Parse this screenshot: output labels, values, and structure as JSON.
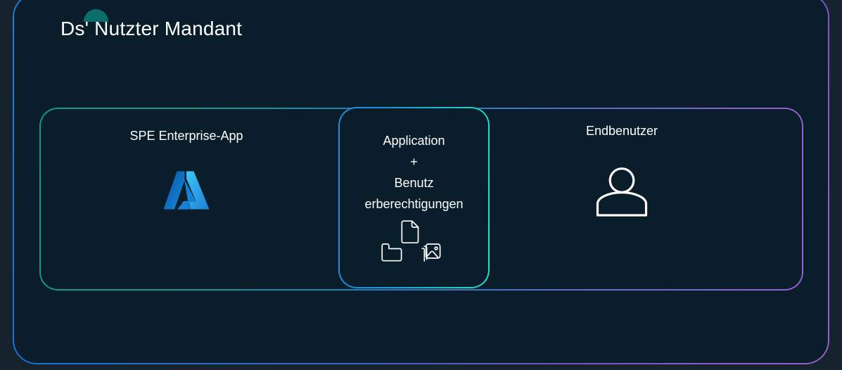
{
  "diagram": {
    "background_color": "#0a1d2b",
    "outer_background_color": "#16232c",
    "tenant": {
      "title": "Ds' Nutzter Mandant",
      "dome_icon": "tenant-dome-icon",
      "border_gradient_from": "#1f7fe0",
      "border_gradient_to": "#9b5fd0"
    },
    "inner_boundary": {
      "border_gradient_from": "#0d9b86",
      "border_gradient_to": "#9b5fd0"
    },
    "panels": {
      "spe": {
        "label": "SPE Enterprise-App",
        "icon": "azure-logo-icon"
      },
      "application_card": {
        "line1": "Application",
        "line2": "+",
        "line3": "Benutz",
        "line4": "erberechtigungen",
        "border_gradient_from": "#1f8fe0",
        "border_gradient_to": "#2ce0c8",
        "icons": [
          "document-icon",
          "folder-icon",
          "image-icon"
        ]
      },
      "end_user": {
        "label": "Endbenutzer",
        "icon": "user-icon"
      }
    }
  }
}
